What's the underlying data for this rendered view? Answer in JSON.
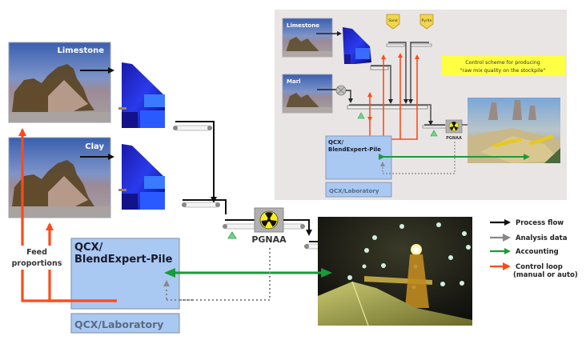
{
  "diagram": {
    "main": {
      "sources": [
        {
          "label": "Limestone"
        },
        {
          "label": "Clay"
        }
      ],
      "feed_label_line1": "Feed",
      "feed_label_line2": "proportions",
      "analyzer_label": "PGNAA",
      "blend_box": {
        "line1": "QCX/",
        "line2": "BlendExpert-Pile"
      },
      "lab_box": "QCX/Laboratory"
    },
    "legend": {
      "items": [
        {
          "label": "Process flow",
          "color": "#111111"
        },
        {
          "label": "Analysis data",
          "color": "#888888"
        },
        {
          "label": "Accounting",
          "color": "#1a9a3a"
        },
        {
          "label": "Control loop",
          "sublabel": "(manual or auto)",
          "color": "#ff4a1a"
        }
      ]
    },
    "inset": {
      "sources": [
        {
          "label": "Limestone"
        },
        {
          "label": "Marl"
        }
      ],
      "bins": [
        {
          "label": "Sand"
        },
        {
          "label": "Pyrite"
        }
      ],
      "note_line1": "Control scheme for producing",
      "note_line2": "\"raw mix quality on the stockpile\"",
      "analyzer_label": "PGNAA",
      "blend_box": {
        "line1": "QCX/",
        "line2": "BlendExpert-Pile"
      },
      "lab_box": "QCX/Laboratory"
    },
    "colors": {
      "process": "#111111",
      "analysis": "#888888",
      "accounting": "#1a9a3a",
      "control": "#ff4a1a",
      "box_fill": "#a9c8f2",
      "box_border": "#8a9ab0",
      "inset_bg": "#e9e5e5",
      "note_bg": "#ffff44"
    }
  }
}
